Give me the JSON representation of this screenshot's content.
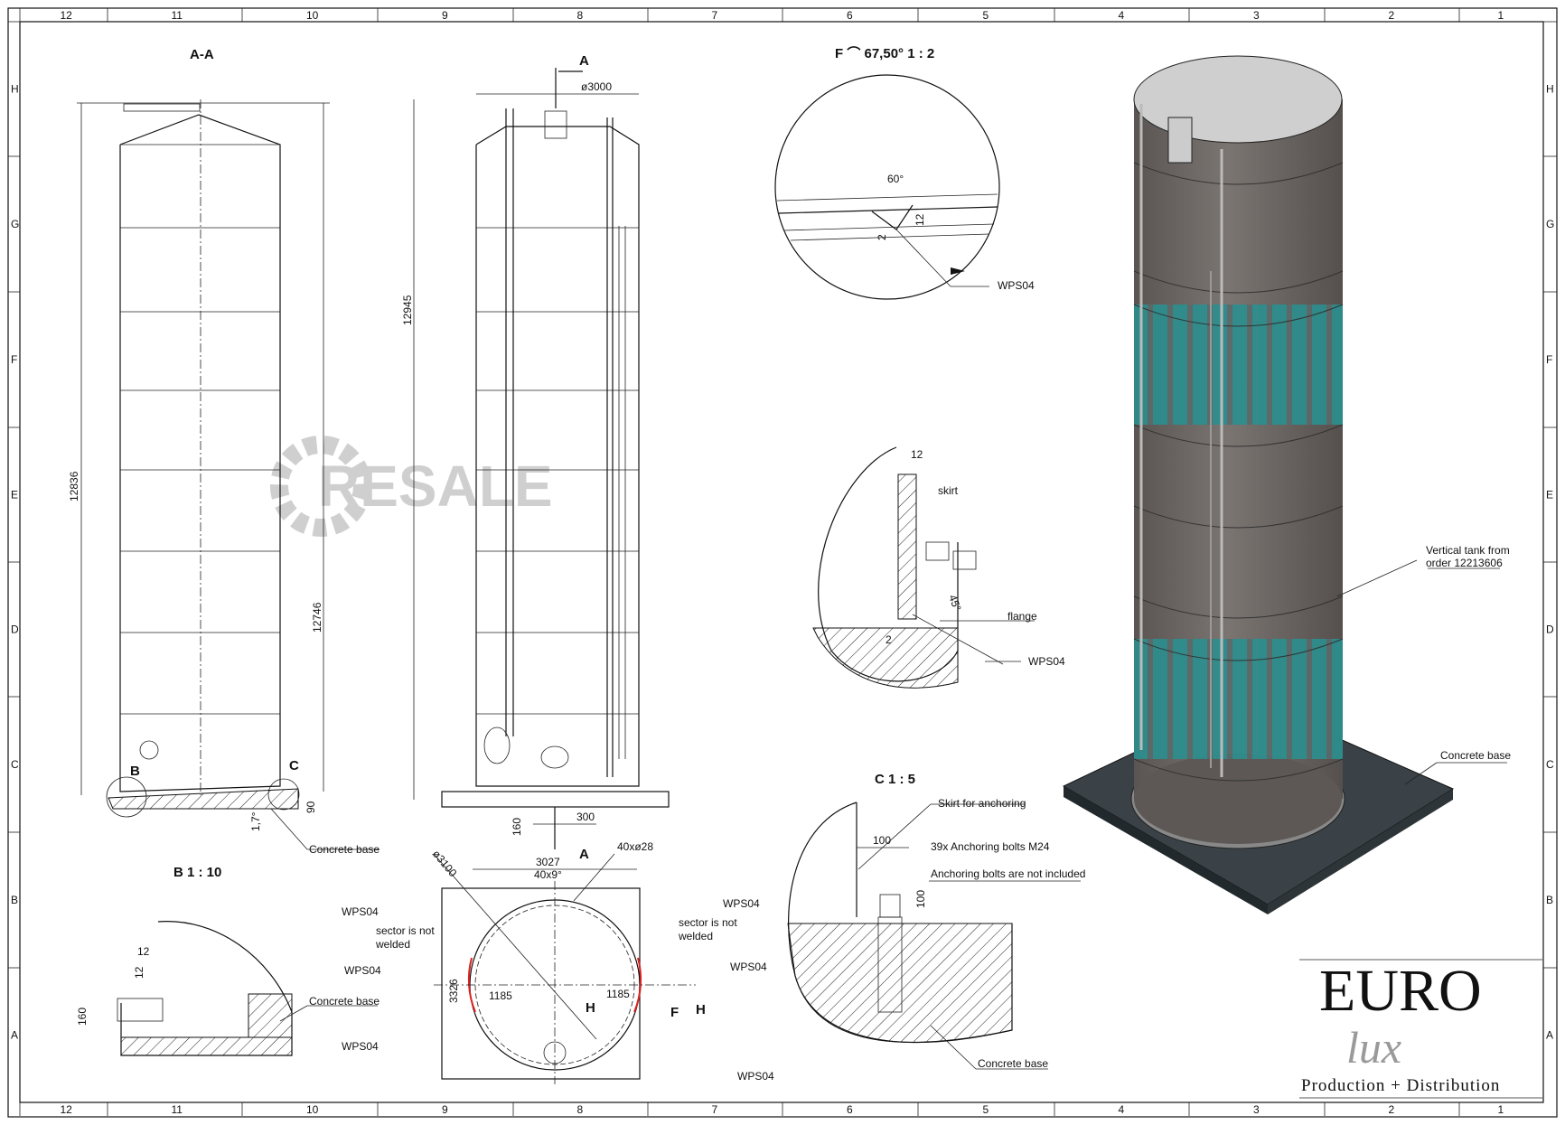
{
  "frame": {
    "columns": [
      "12",
      "11",
      "10",
      "9",
      "8",
      "7",
      "6",
      "5",
      "4",
      "3",
      "2",
      "1"
    ],
    "rows": [
      "H",
      "G",
      "F",
      "E",
      "D",
      "C",
      "B",
      "A"
    ]
  },
  "views": {
    "section_aa": {
      "title": "A-A",
      "dim_height_total": "12836",
      "dim_height_shell": "12746",
      "label_b": "B",
      "label_c": "C",
      "dim_slope": "1,7°",
      "dim_base": "90",
      "concrete_base": "Concrete base"
    },
    "front": {
      "section_mark": "A",
      "dim_diameter": "ø3000",
      "dim_height": "12945",
      "dim_160": "160",
      "dim_300": "300",
      "section_mark_bottom": "A"
    },
    "detail_f": {
      "title": "F ⌒ 67,50° 1 : 2",
      "angle": "60°",
      "dim_12": "12",
      "dim_2": "2",
      "weld": "WPS04"
    },
    "detail_skirt": {
      "dim_12": "12",
      "skirt": "skirt",
      "angle": "45°",
      "flange": "flange",
      "dim_2": "2",
      "weld": "WPS04"
    },
    "detail_c": {
      "title": "C 1 : 5",
      "skirt_label": "Skirt for anchoring",
      "dim_100_h": "100",
      "bolts": "39x Anchoring bolts M24",
      "not_included": "Anchoring bolts are not included",
      "dim_100_v": "100",
      "concrete_base": "Concrete base"
    },
    "detail_b": {
      "title": "B 1 : 10",
      "dim_12_h": "12",
      "dim_12_v": "12",
      "dim_160": "160",
      "concrete_base": "Concrete base"
    },
    "plan": {
      "dim_3100": "ø3100",
      "dim_3027": "3027",
      "dim_angle": "40x9°",
      "holes": "40xø28",
      "dim_3326": "3326",
      "dim_1185_l": "1185",
      "dim_1185_r": "1185",
      "sector_l": [
        "sector is not",
        "welded"
      ],
      "sector_r": [
        "sector is not",
        "welded"
      ],
      "weld": "WPS04",
      "label_f": "F",
      "label_h1": "H",
      "label_h2": "H"
    },
    "iso": {
      "tank_label": [
        "Vertical tank from",
        "order 12213606"
      ],
      "base_label": "Concrete base",
      "shell_color": "#6f6a66",
      "band_color": "#2a8f8f"
    }
  },
  "watermark": {
    "text": "RESALE"
  },
  "logo": {
    "brand": "EURO",
    "script": "lux",
    "tagline": "Production + Distribution"
  }
}
